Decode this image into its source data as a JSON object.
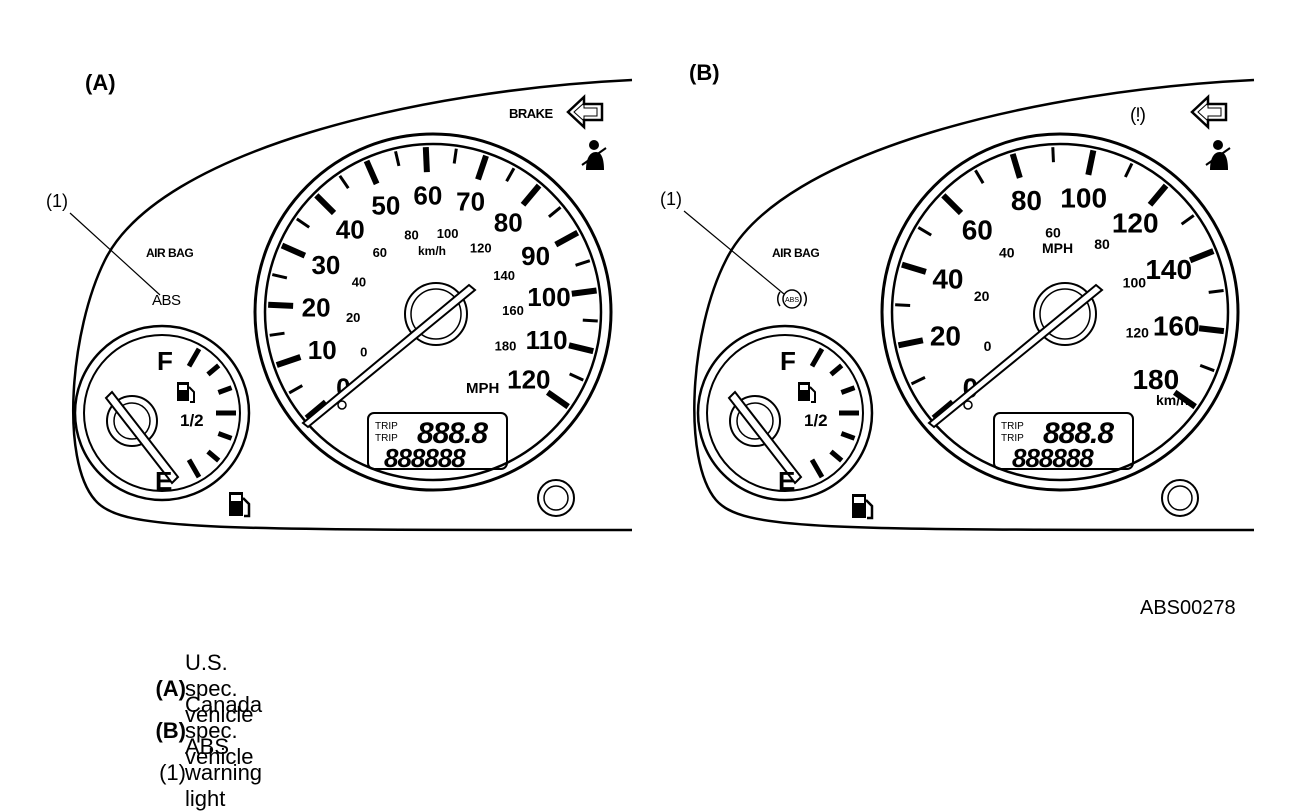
{
  "panels": [
    {
      "label": "(A)",
      "callout": "(1)",
      "warning_top": "BRAKE",
      "airbag": "AIR BAG",
      "abs_text": "ABS",
      "abs_symbol": "ABS",
      "outer_numbers": [
        "0",
        "10",
        "20",
        "30",
        "40",
        "50",
        "60",
        "70",
        "80",
        "90",
        "100",
        "110",
        "120"
      ],
      "inner_numbers": [
        "0",
        "20",
        "40",
        "60",
        "80",
        "100",
        "120",
        "140",
        "160",
        "180"
      ],
      "primary_unit": "MPH",
      "secondary_unit": "km/h",
      "trip_label_1": "TRIP",
      "trip_label_2": "TRIP",
      "trip_value": "888.8",
      "odometer": "888888",
      "fuel_full": "F",
      "fuel_half": "1/2",
      "fuel_empty": "E"
    },
    {
      "label": "(B)",
      "callout": "(1)",
      "warning_top": "(!)",
      "airbag": "AIR BAG",
      "abs_symbol": "ABS",
      "outer_numbers": [
        "0",
        "20",
        "40",
        "60",
        "80",
        "100",
        "120",
        "140",
        "160",
        "180"
      ],
      "inner_numbers": [
        "0",
        "20",
        "40",
        "60",
        "80",
        "100",
        "120"
      ],
      "primary_unit": "km/h",
      "secondary_unit": "MPH",
      "trip_label_1": "TRIP",
      "trip_label_2": "TRIP",
      "trip_value": "888.8",
      "odometer": "888888",
      "fuel_full": "F",
      "fuel_half": "1/2",
      "fuel_empty": "E"
    }
  ],
  "figure_code": "ABS00278",
  "legend": [
    {
      "key": "(A)",
      "text": "U.S. spec. vehicle"
    },
    {
      "key": "(B)",
      "text": "Canada spec. vehicle"
    },
    {
      "key": "(1)",
      "text": "ABS warning light"
    }
  ]
}
